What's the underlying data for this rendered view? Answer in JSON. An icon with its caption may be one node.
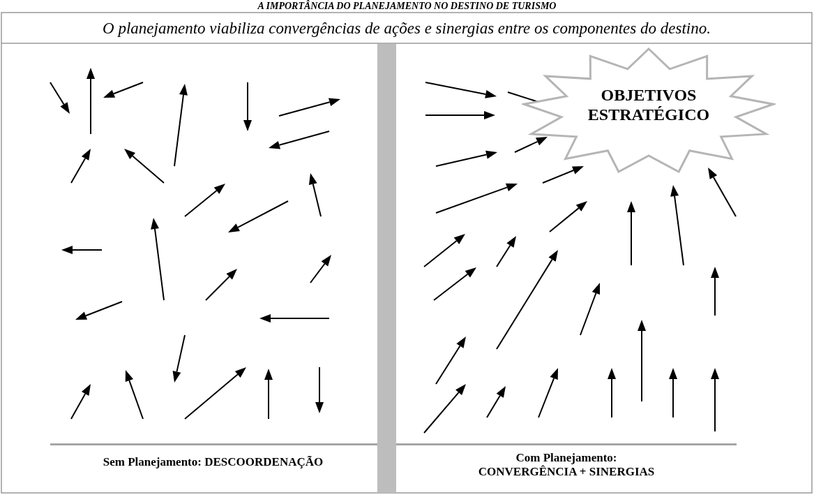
{
  "diagram": {
    "title": "A IMPORTÂNCIA DO PLANEJAMENTO NO DESTINO DE TURISMO",
    "nodes": [
      {
        "text": [
          "OBJETIVOS ESTRATÉGICO"
        ]
      }
    ],
    "labels": [
      "O planejamento viabiliza convergências de ações e sinergias entre os componentes do destino.",
      "Sem Planejamento: DESCOORDENAÇÃO",
      "Com Planejamento: CONVERGÊNCIA + SINERGIAS"
    ]
  }
}
